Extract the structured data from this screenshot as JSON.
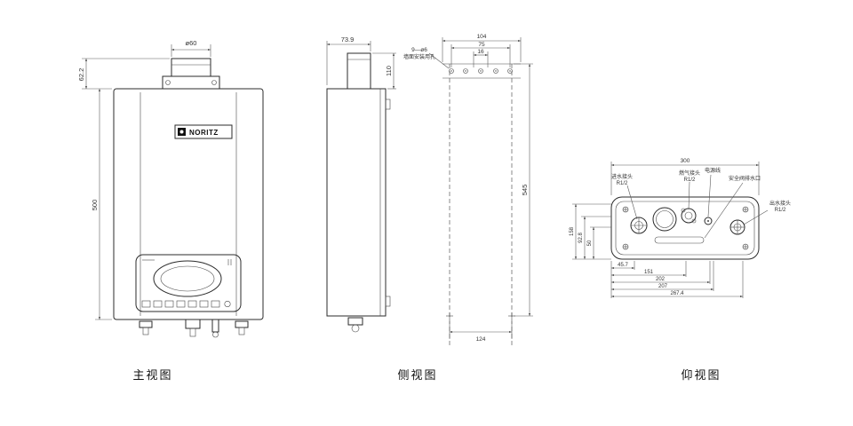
{
  "views": {
    "front": {
      "caption": "主视图",
      "brand": "NORITZ",
      "dim_flue_dia": "ø60",
      "dim_flue_height": "62.2",
      "dim_body_height": "500"
    },
    "side": {
      "caption": "侧视图",
      "dim_depth": "73.9",
      "dim_flue": "110",
      "dim_height": "545",
      "dim_plate_width": "104",
      "dim_plate_holes": "75",
      "dim_plate_gap": "16",
      "holes_label": "9—ø6",
      "holes_note": "墙面安装用孔",
      "dim_bottom": "124"
    },
    "bottom": {
      "caption": "仰视图",
      "dim_width": "300",
      "dim_left_1": "158",
      "dim_left_2": "92.8",
      "dim_left_3": "50",
      "dim_b1": "45.7",
      "dim_b2": "151",
      "dim_b3": "202",
      "dim_b4": "207",
      "dim_b5": "267.4",
      "label_inlet_1": "进水接头",
      "label_inlet_2": "R1/2",
      "label_gas_1": "燃气接头",
      "label_gas_2": "R1/2",
      "label_power": "电源线",
      "label_relief": "安全阀排水口",
      "label_outlet_1": "出水接头",
      "label_outlet_2": "R1/2"
    }
  }
}
